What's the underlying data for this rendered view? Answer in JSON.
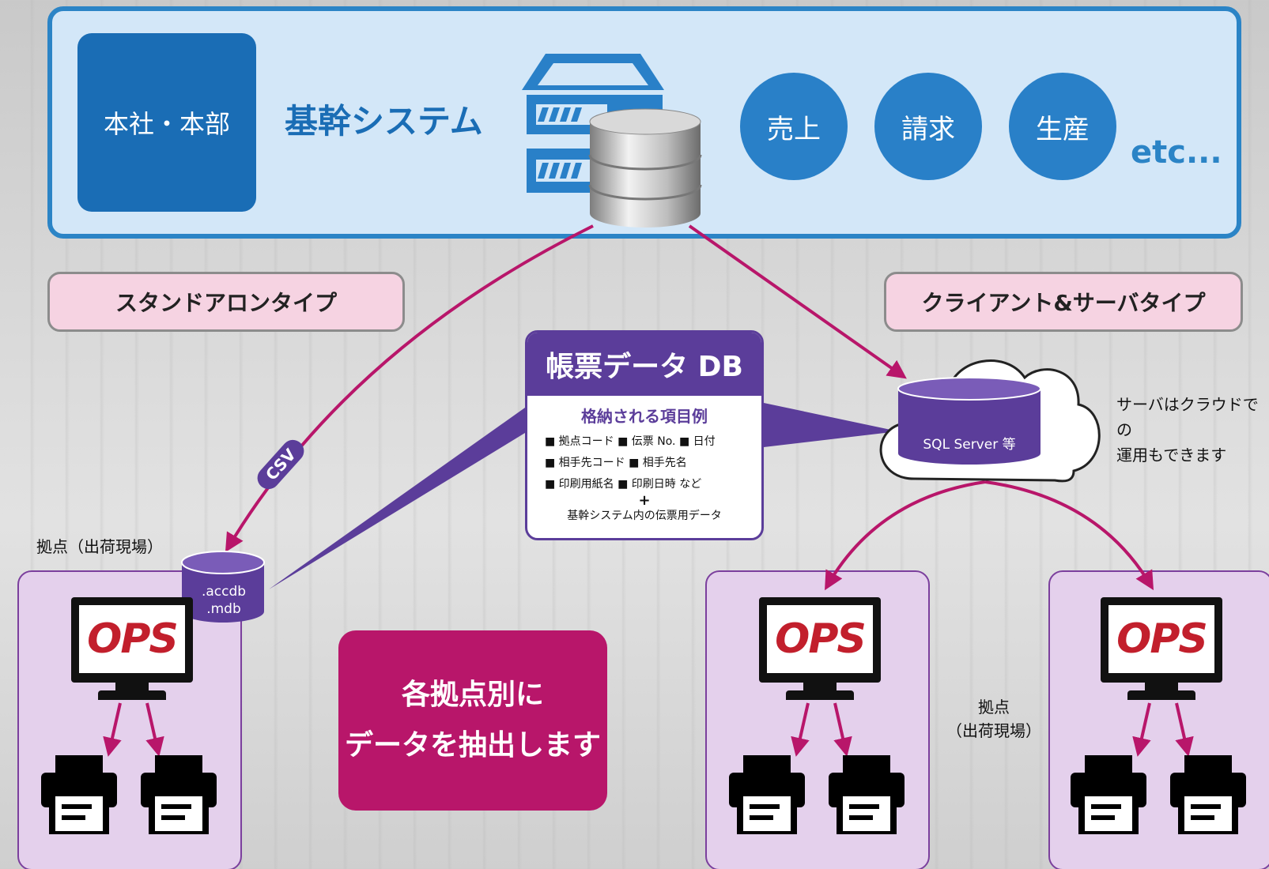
{
  "top": {
    "hq_label": "本社・本部",
    "core_system": "基幹システム",
    "modules": [
      "売上",
      "請求",
      "生産"
    ],
    "etc": "etc..."
  },
  "types": {
    "standalone": "スタンドアロンタイプ",
    "client_server": "クライアント&サーバタイプ"
  },
  "db_card": {
    "title": "帳票データ DB",
    "subtitle": "格納される項目例",
    "line1": "■ 拠点コード ■ 伝票 No. ■ 日付",
    "line2": "■ 相手先コード ■ 相手先名",
    "line3": "■ 印刷用紙名 ■ 印刷日時 など",
    "plus": "+",
    "line4": "基幹システム内の伝票用データ"
  },
  "csv_label": "CSV",
  "local_db": {
    "line1": ".accdb",
    "line2": ".mdb"
  },
  "site_left_label": "拠点（出荷現場）",
  "site_mid_label_1": "拠点",
  "site_mid_label_2": "（出荷現場）",
  "extract": {
    "line1": "各拠点別に",
    "line2": "データを抽出します"
  },
  "cloud": {
    "server_label": "SQL Server 等",
    "note_line1": "サーバはクラウドでの",
    "note_line2": "運用もできます"
  },
  "ops_logo": "OPS",
  "colors": {
    "accent_blue": "#2b84c6",
    "purple": "#5b3d9a",
    "magenta": "#b8166a",
    "pink_pill": "#f6d3e2",
    "site_bg": "#e4d0ec"
  }
}
